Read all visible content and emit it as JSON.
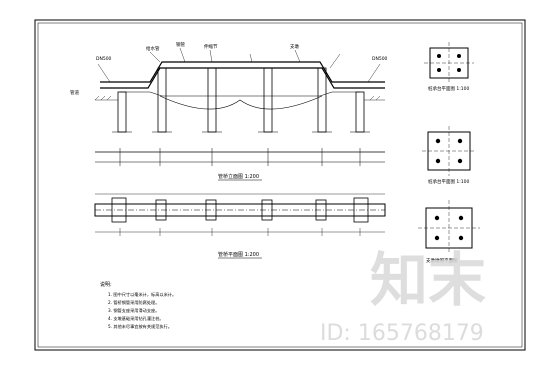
{
  "drawing": {
    "elevation_title": "管桥立面图 1:200",
    "plan_title": "管桥平面图 1:200",
    "detail_a_title": "桩承台平面图 1:100",
    "detail_b_title": "桩承台平面图 1:100",
    "detail_c_title": "支墩墩帽平面图",
    "notes_heading": "说明:",
    "notes": [
      "1. 图中尺寸以毫米计，标高以米计。",
      "2. 管桥钢管采用防腐处理。",
      "3. 钢管支座采用滑动支座。",
      "4. 支墩基础采用钻孔灌注桩。",
      "5. 其他未尽事宜按有关规范执行。"
    ],
    "elevation_labels": [
      "给水管",
      "钢管",
      "伸缩节",
      "支墩",
      "DN500",
      "DN500"
    ],
    "side_label": "管道"
  },
  "watermark": {
    "brand": "知末",
    "id_text": "ID: 165768179"
  },
  "colors": {
    "ink": "#000000",
    "watermark": "#d9d9d9",
    "background": "#ffffff"
  }
}
